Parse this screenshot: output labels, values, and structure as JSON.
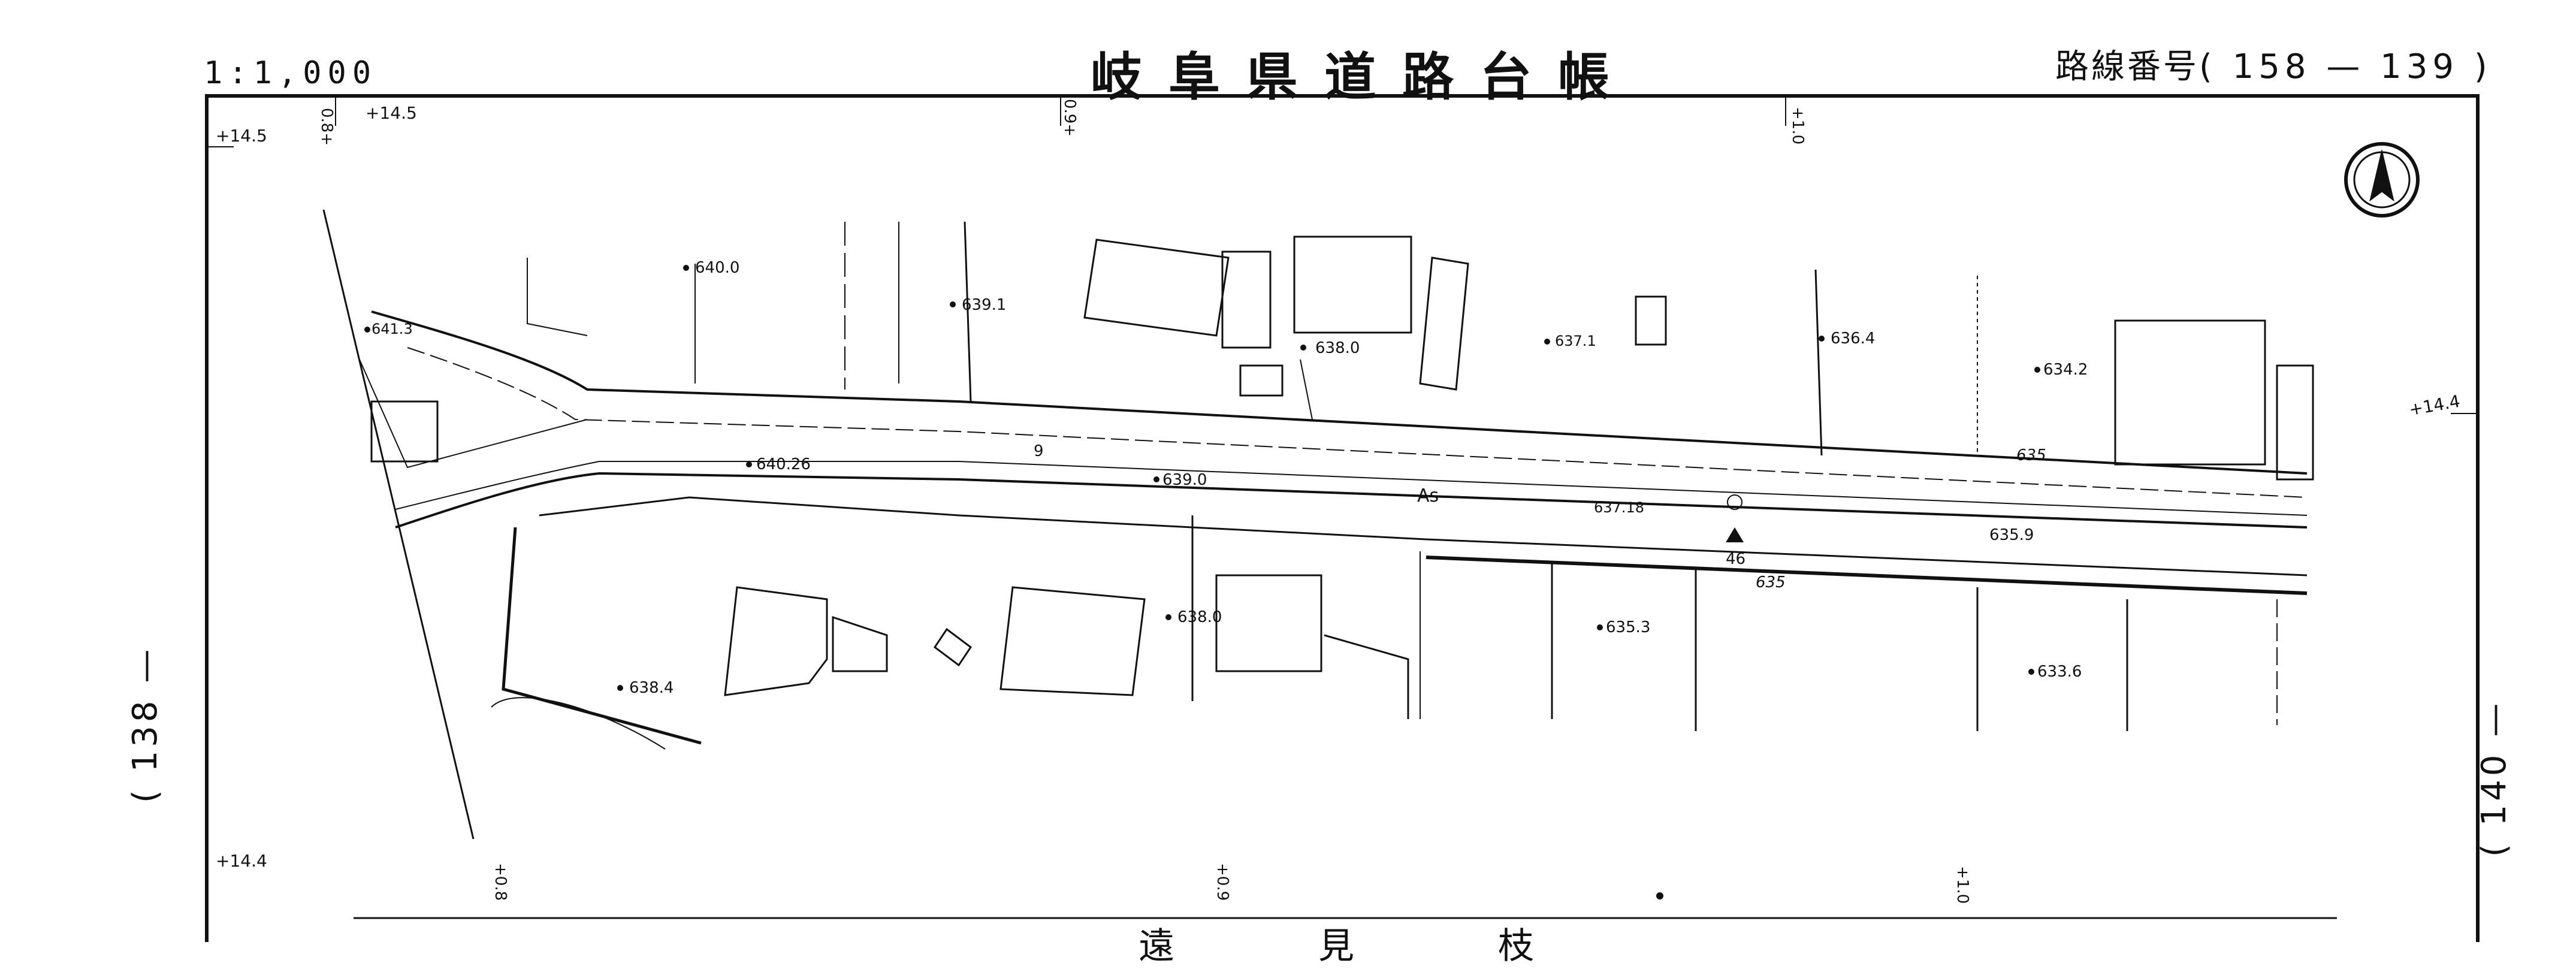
{
  "header": {
    "scale": "1:1,000",
    "title": "岐阜県道路台帳",
    "route_label": "路線番号",
    "route_number": "( 158 — 139 )"
  },
  "side_labels": {
    "left": "( 138 —",
    "right": "( 140 —"
  },
  "bottom_text": [
    "遠",
    "見",
    "枝"
  ],
  "north_arrow_icon": "north-arrow-icon",
  "road_surface": "As",
  "road_marker": "9",
  "road_code": "46",
  "elevations": [
    "640.0",
    "641.3",
    "639.1",
    "638.0",
    "637.1",
    "636.4",
    "634.2",
    "640.26",
    "639.0",
    "637.18",
    "635.9",
    "635",
    "635",
    "638.0",
    "635.3",
    "633.6",
    "638.4"
  ],
  "grid_offsets": [
    "+14.5",
    "+14.5",
    "0.8+",
    "0.9+",
    "+1.0",
    "+14.4",
    "+14.4",
    "+0.8",
    "+0.9",
    "+1.0"
  ],
  "colors": {
    "ink": "#111111",
    "paper": "#ffffff"
  }
}
